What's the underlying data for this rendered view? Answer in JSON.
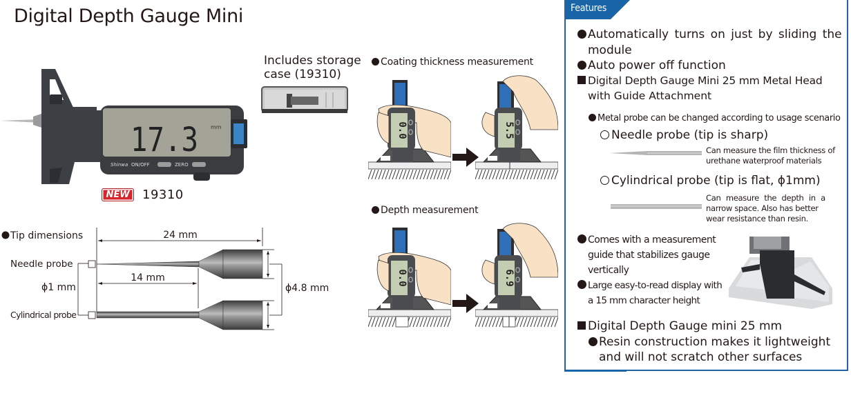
{
  "title": "Digital Depth Gauge Mini",
  "product": {
    "display_reading": "17.3",
    "display_unit": "mm",
    "buttons": [
      "ON/OFF",
      "ZERO"
    ],
    "badge": "NEW",
    "code": "19310"
  },
  "storage_case": {
    "caption_line1": "Includes storage",
    "caption_line2": "case (19310)"
  },
  "coating": {
    "heading": "Coating thickness measurement",
    "before_reading": "0.0",
    "after_reading": "5.5"
  },
  "depth": {
    "heading": "Depth measurement",
    "before_reading": "0.0",
    "after_reading": "6.9"
  },
  "tip_dimensions": {
    "heading": "Tip dimensions",
    "needle_label": "Needle probe",
    "cylindrical_label": "Cylindrical probe",
    "total_length": "24 mm",
    "shaft_length": "14 mm",
    "tip_diameter": "ϕ1 mm",
    "body_diameter": "ϕ4.8 mm"
  },
  "features": {
    "tab_label": "Features",
    "items": [
      {
        "line1": "Automatically turns on just by sliding the",
        "line2": "module"
      },
      {
        "line1": "Auto power off function"
      }
    ],
    "metal_head": {
      "line1": "Digital Depth Gauge Mini 25 mm Metal Head",
      "line2": "with Guide Attachment",
      "probe_note": "Metal probe can be changed according to usage scenario",
      "needle": {
        "title": "Needle probe (tip is sharp)",
        "desc1": "Can measure the film thickness of",
        "desc2": "urethane waterproof materials"
      },
      "cylindrical": {
        "title": "Cylindrical probe (tip is flat, ϕ1mm)",
        "desc1": "Can measure the depth in a",
        "desc2": "narrow space. Also has better",
        "desc3": "wear resistance than resin."
      },
      "guide": {
        "line1": "Comes with a measurement",
        "line2": "guide that stabilizes gauge",
        "line3": "vertically"
      },
      "display": {
        "line1": "Large easy-to-read display with",
        "line2": "a 15 mm character height"
      }
    },
    "resin": {
      "line1": "Digital Depth Gauge mini 25 mm",
      "bullet_line1": "Resin construction makes it lightweight",
      "bullet_line2": "and will not scratch other surfaces"
    }
  }
}
